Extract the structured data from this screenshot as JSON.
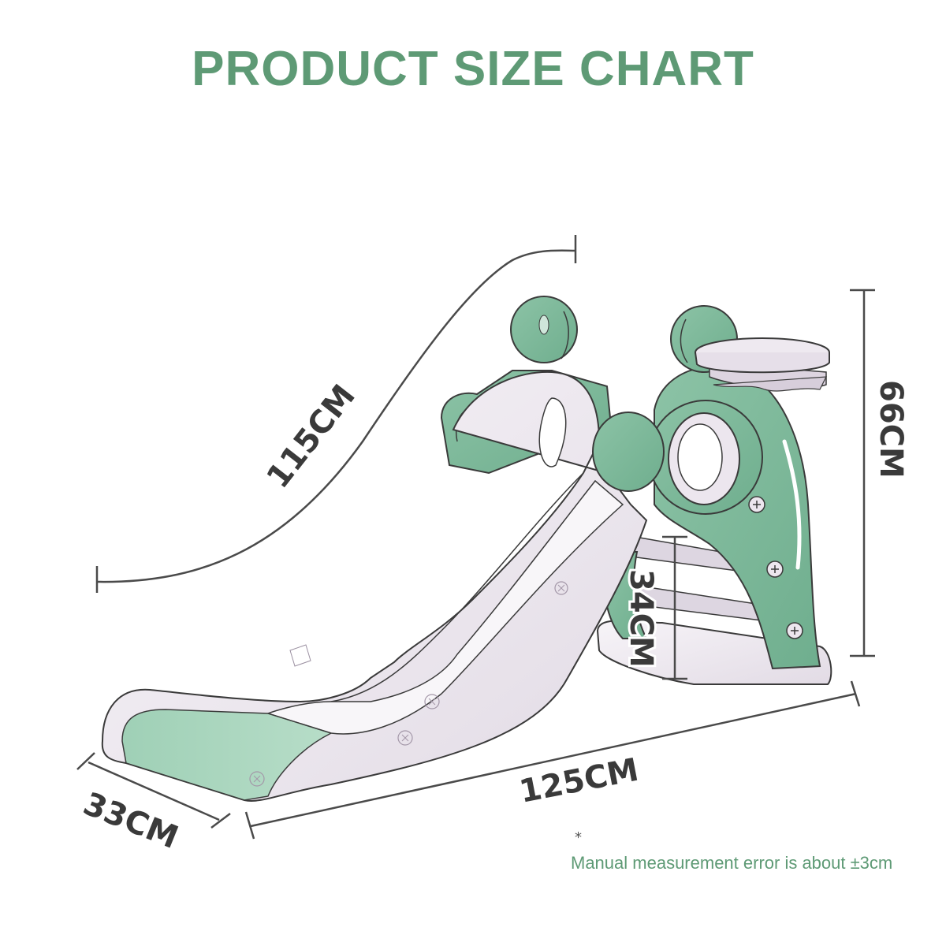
{
  "title": "PRODUCT SIZE CHART",
  "colors": {
    "title_green": "#5e9a75",
    "slide_green": "#7fb99b",
    "slide_green_light": "#a9d3bd",
    "slide_white": "#ece6ee",
    "slide_white_light": "#f6f3f7",
    "outline": "#3a3a3a",
    "dimension_line": "#4a4a4a"
  },
  "dimensions": {
    "slide_length": "115CM",
    "total_height": "66CM",
    "platform_height": "34CM",
    "total_length": "125CM",
    "width": "33CM"
  },
  "note": {
    "marker": "*",
    "text": "Manual measurement error is about ±3cm"
  }
}
